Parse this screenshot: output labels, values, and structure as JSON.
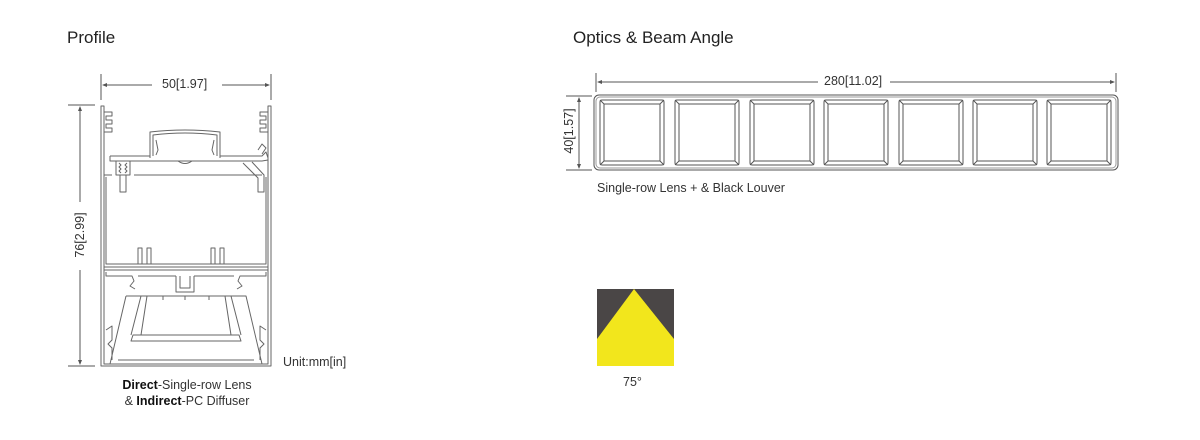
{
  "profile": {
    "title": "Profile",
    "width_dim": "50[1.97]",
    "height_dim": "76[2.99]",
    "unit_label": "Unit:mm[in]",
    "caption_line1_bold": "Direct",
    "caption_line1_rest": "-Single-row Lens",
    "caption_line2_prefix": "& ",
    "caption_line2_bold": "Indirect",
    "caption_line2_rest": "-PC Diffuser"
  },
  "optics": {
    "title": "Optics & Beam Angle",
    "length_dim": "280[11.02]",
    "height_dim": "40[1.57]",
    "lens_cell_count": 7,
    "lens_caption": "Single-row Lens + & Black Louver",
    "beam_angle_label": "75°",
    "colors": {
      "beam_fill": "#f2e61c",
      "beam_background": "#4a4646",
      "line": "#555555"
    }
  }
}
